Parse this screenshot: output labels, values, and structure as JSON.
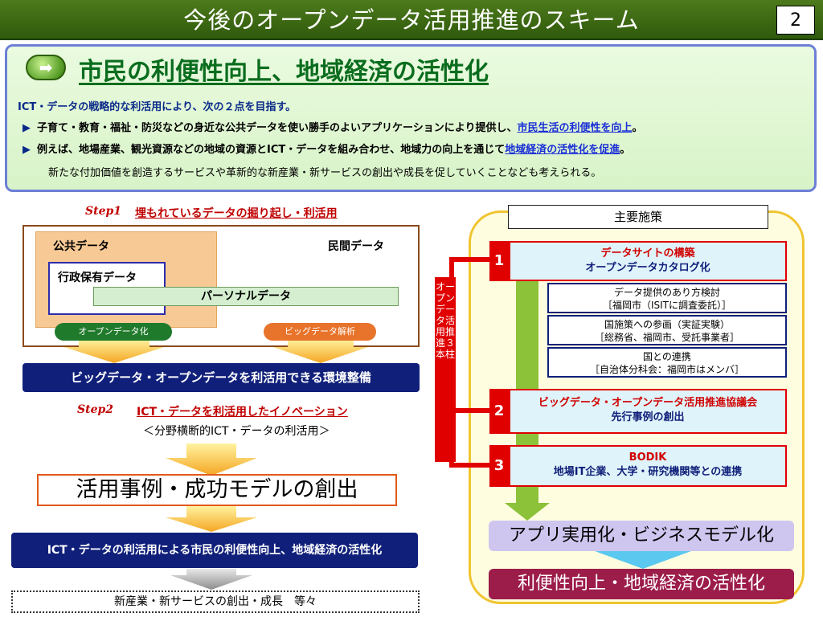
{
  "header": {
    "title": "今後のオープンデータ活用推進のスキーム",
    "page_number": "2"
  },
  "summary": {
    "heading": "市民の利便性向上、地域経済の活性化",
    "intro": "ICT・データの戦略的な利活用により、次の２点を目指す。",
    "bullet_1_text": "子育て・教育・福祉・防災などの身近な公共データを使い勝手のよいアプリケーションにより提供し、",
    "bullet_1_link": "市民生活の利便性を向上",
    "bullet_1_end": "。",
    "bullet_2_text": "例えば、地場産業、観光資源などの地域の資源とICT・データを組み合わせ、地域力の向上を通じて",
    "bullet_2_link": "地域経済の活性化を促進",
    "bullet_2_end": "。",
    "note": "新たな付加価値を創造するサービスや革新的な新産業・新サービスの創出や成長を促していくことなども考えられる。",
    "bullet_mark": "▶"
  },
  "step1": {
    "label": "Step1",
    "title": "埋もれているデータの掘り起し・利活用",
    "public_data": "公共データ",
    "private_data": "民間データ",
    "admin_data": "行政保有データ",
    "personal_data": "パーソナルデータ",
    "oval_open": "オープンデータ化",
    "oval_big": "ビッグデータ解析",
    "environment": "ビッグデータ・オープンデータを利活用できる環境整備"
  },
  "step2": {
    "label": "Step2",
    "title": "ICT・データを利活用したイノベーション",
    "subtitle": "＜分野横断的ICT・データの利活用＞",
    "model": "活用事例・成功モデルの創出",
    "result": "ICT・データの利活用による市民の利便性向上、地域経済の活性化",
    "new_business": "新産業・新サービスの創出・成長　等々"
  },
  "policies": {
    "title": "主要施策",
    "pillar": "オープンデータ活用推進３本柱",
    "items": [
      {
        "number": "1",
        "line1": "データサイトの構築",
        "line2": "オープンデータカタログ化"
      },
      {
        "number": "2",
        "line1": "ビッグデータ・オープンデータ活用推進協議会",
        "line2": "先行事例の創出"
      },
      {
        "number": "3",
        "line1": "BODIK",
        "line2": "地場IT企業、大学・研究機関等との連携"
      }
    ],
    "subitems": [
      {
        "line1": "データ提供のあり方検討",
        "line2": "［福岡市（ISITに調査委託）］"
      },
      {
        "line1": "国施策への参画（実証実験）",
        "line2": "［総務省、福岡市、受託事業者］"
      },
      {
        "line1": "国との連携",
        "line2": "［自治体分科会：福岡市はメンバ］"
      }
    ],
    "app": "アプリ実用化・ビジネスモデル化",
    "vitalization": "利便性向上・地域経済の活性化"
  },
  "colors": {
    "title_bar": "#3d6b14",
    "accent_red": "#e00000",
    "navy": "#10207a",
    "heading_green": "#0a6d1e"
  }
}
